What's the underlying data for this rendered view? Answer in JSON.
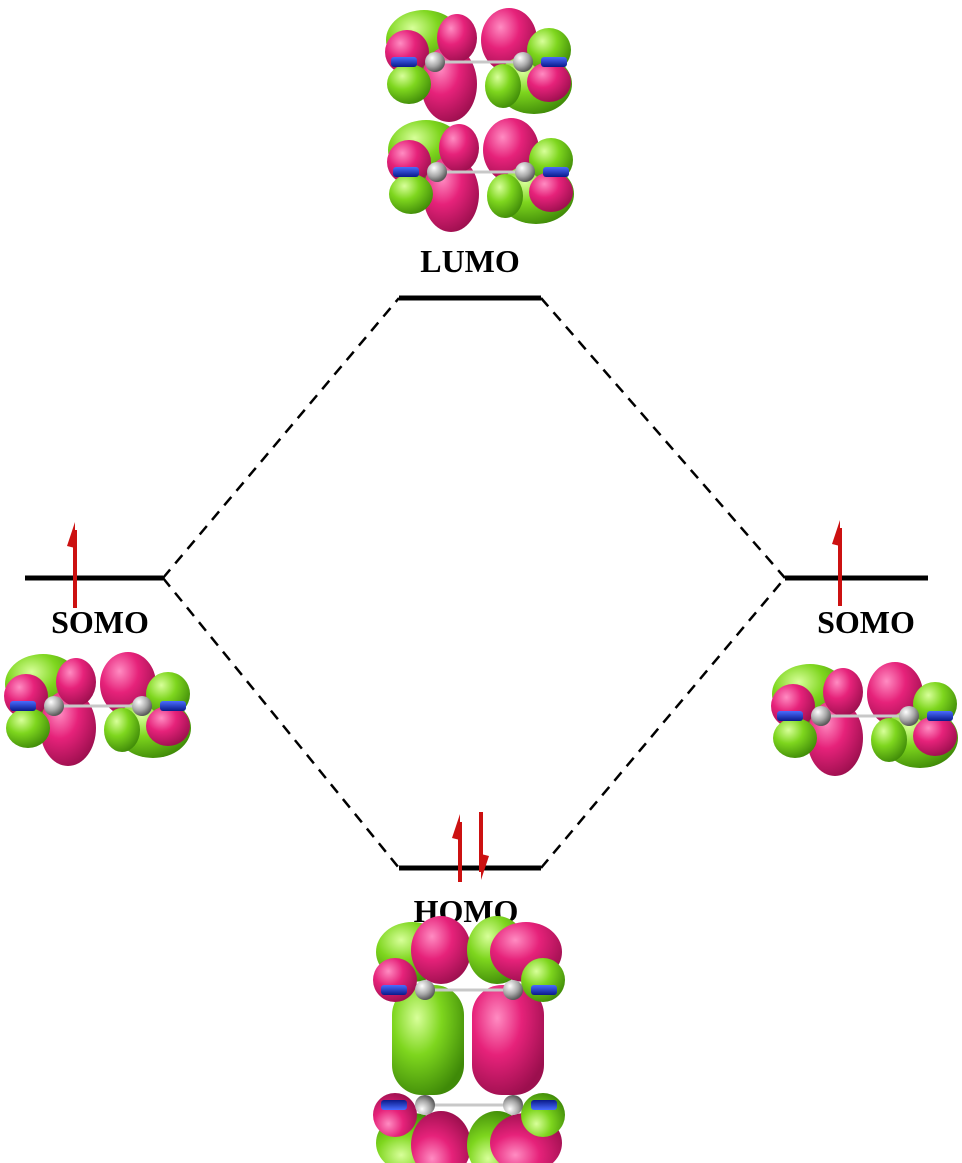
{
  "levels": {
    "lumo": {
      "label": "LUMO",
      "electrons": 0
    },
    "homo": {
      "label": "HOMO",
      "electrons": 2
    },
    "somo_left": {
      "label": "SOMO",
      "electrons": 1
    },
    "somo_right": {
      "label": "SOMO",
      "electrons": 1
    }
  },
  "colors": {
    "lobe_positive": "#e6227a",
    "lobe_negative": "#7ed61e",
    "nitrogen": "#1530d8",
    "carbon": "#9a9a9a",
    "electron_arrow": "#cc1111",
    "level_line": "#000000"
  }
}
